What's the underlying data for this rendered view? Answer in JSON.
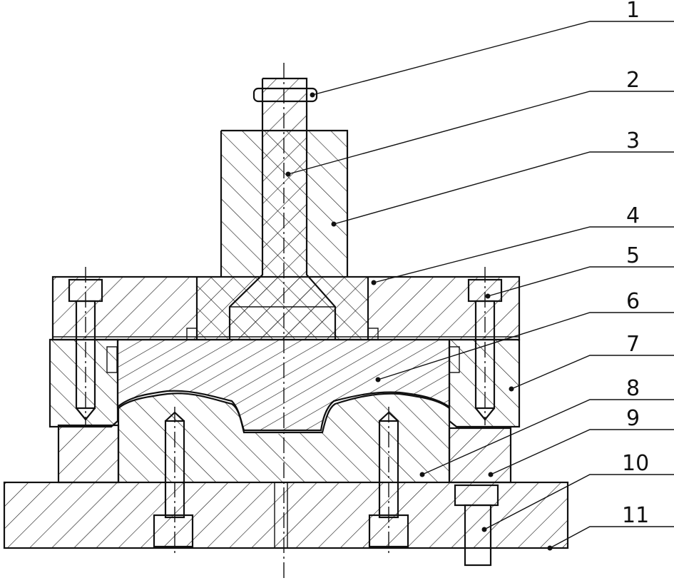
{
  "callouts": [
    {
      "id": 1,
      "label": "1"
    },
    {
      "id": 2,
      "label": "2"
    },
    {
      "id": 3,
      "label": "3"
    },
    {
      "id": 4,
      "label": "4"
    },
    {
      "id": 5,
      "label": "5"
    },
    {
      "id": 6,
      "label": "6"
    },
    {
      "id": 7,
      "label": "7"
    },
    {
      "id": 8,
      "label": "8"
    },
    {
      "id": 9,
      "label": "9"
    },
    {
      "id": 10,
      "label": "10"
    },
    {
      "id": 11,
      "label": "11"
    }
  ],
  "colors": {
    "line": "#111111",
    "background": "#ffffff"
  }
}
